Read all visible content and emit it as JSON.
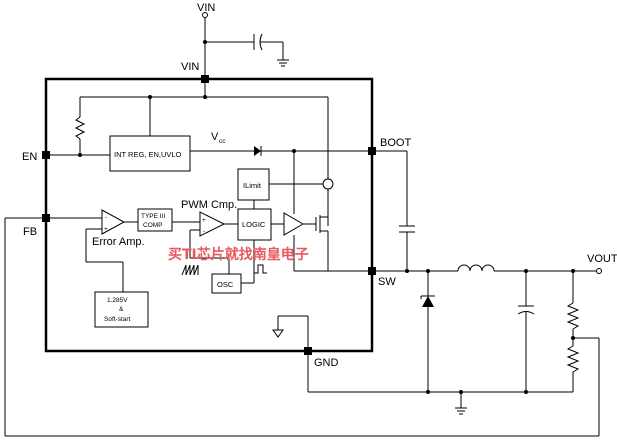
{
  "labels": {
    "vin_top": "VIN",
    "vin_pin": "VIN",
    "en_pin": "EN",
    "fb_pin": "FB",
    "boot_pin": "BOOT",
    "sw_pin": "SW",
    "gnd_pin": "GND",
    "vout": "VOUT",
    "vcc": "V",
    "vcc_sub": "cc",
    "int_reg": "INT REG, EN,UVLO",
    "ilimit": "ILimit",
    "pwm_cmp": "PWM Cmp.",
    "type3_line1": "TYPE III",
    "type3_line2": "COMP",
    "logic": "LOGIC",
    "osc": "OSC",
    "error_amp": "Error Amp.",
    "ref_line1": "1.285V",
    "ref_line2": "&",
    "ref_line3": "Soft-start",
    "plus": "+",
    "minus": "-",
    "watermark": "买TI芯片就找南皇电子"
  }
}
